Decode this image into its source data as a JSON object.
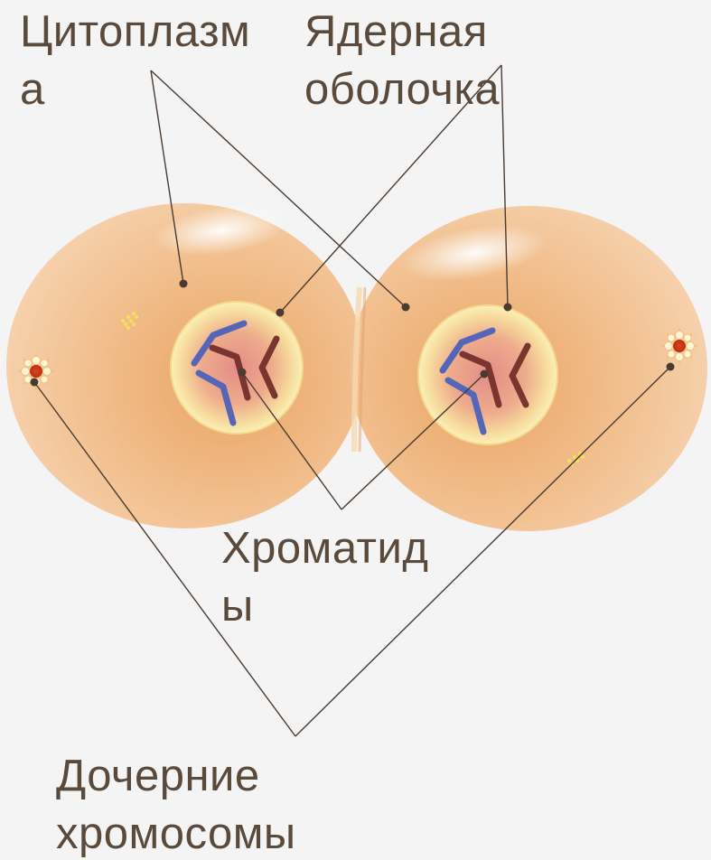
{
  "labels": {
    "cytoplasm": [
      "Цитоплазм",
      "а"
    ],
    "nuclear_envelope": [
      "Ядерная",
      "оболочка"
    ],
    "chromatids": [
      "Хроматид",
      "ы"
    ],
    "daughter_chromosomes": [
      "Дочерние",
      "хромосомы"
    ]
  },
  "colors": {
    "background": "#f4f4f4",
    "cell_body": "#f3c9a0",
    "cell_center": "#eaa868",
    "nucleus_rim": "#fbf1b8",
    "nucleus_center": "#e89a8a",
    "chromosome_blue": "#5566b8",
    "chromosome_red": "#7a3530",
    "leader_line": "#4a3b30",
    "label_text": "#5a4a3c",
    "centrosome": "#d0431f"
  },
  "icons": {
    "centrosome": "centrosome-icon"
  }
}
